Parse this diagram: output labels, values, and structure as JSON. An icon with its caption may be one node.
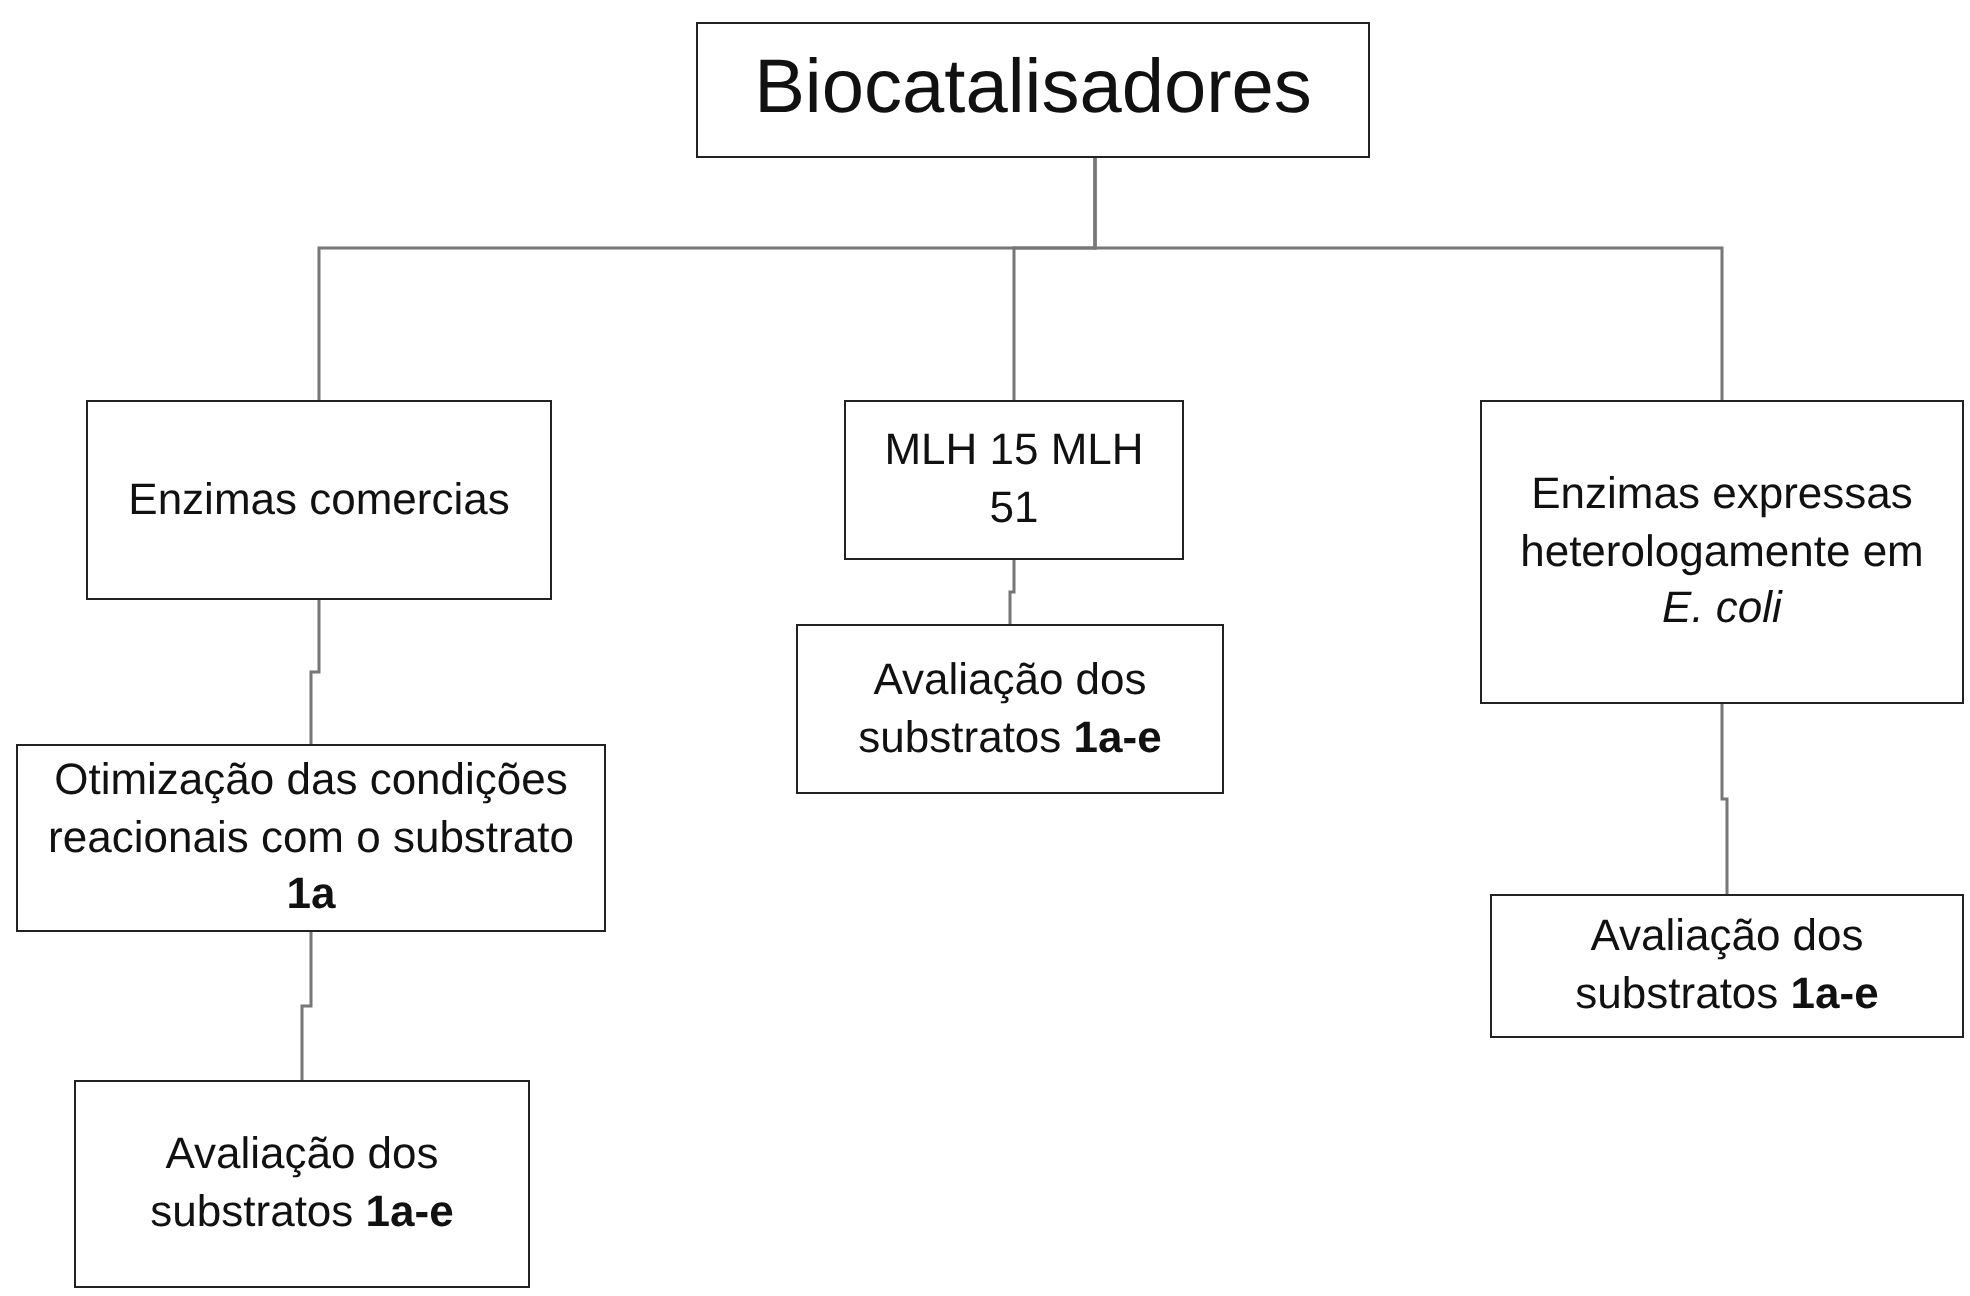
{
  "diagram": {
    "nodes": [
      {
        "text": [
          "Biocatalisadores"
        ]
      },
      {
        "text": [
          "Enzimas comercias"
        ]
      },
      {
        "text": [
          "MLH 15 MLH 51"
        ]
      },
      {
        "text": [
          "Avaliação dos substratos **1a-e**"
        ]
      },
      {
        "text": [
          "Enzimas expressas heterologamente em *E. coli*"
        ]
      },
      {
        "text": [
          "Avaliação dos substratos **1a-e**"
        ]
      },
      {
        "text": [
          "Otimização das condições reacionais com o substrato **1a**"
        ]
      },
      {
        "text": [
          "Avaliação dos substratos **1a-e**"
        ]
      }
    ],
    "edges": [
      {
        "from": 0,
        "to": 1,
        "arrow": "none"
      },
      {
        "from": 0,
        "to": 2,
        "arrow": "none"
      },
      {
        "from": 0,
        "to": 4,
        "arrow": "none"
      },
      {
        "from": 2,
        "to": 3,
        "arrow": "none"
      },
      {
        "from": 4,
        "to": 5,
        "arrow": "none"
      },
      {
        "from": 1,
        "to": 6,
        "arrow": "none"
      },
      {
        "from": 6,
        "to": 7,
        "arrow": "none"
      }
    ]
  }
}
